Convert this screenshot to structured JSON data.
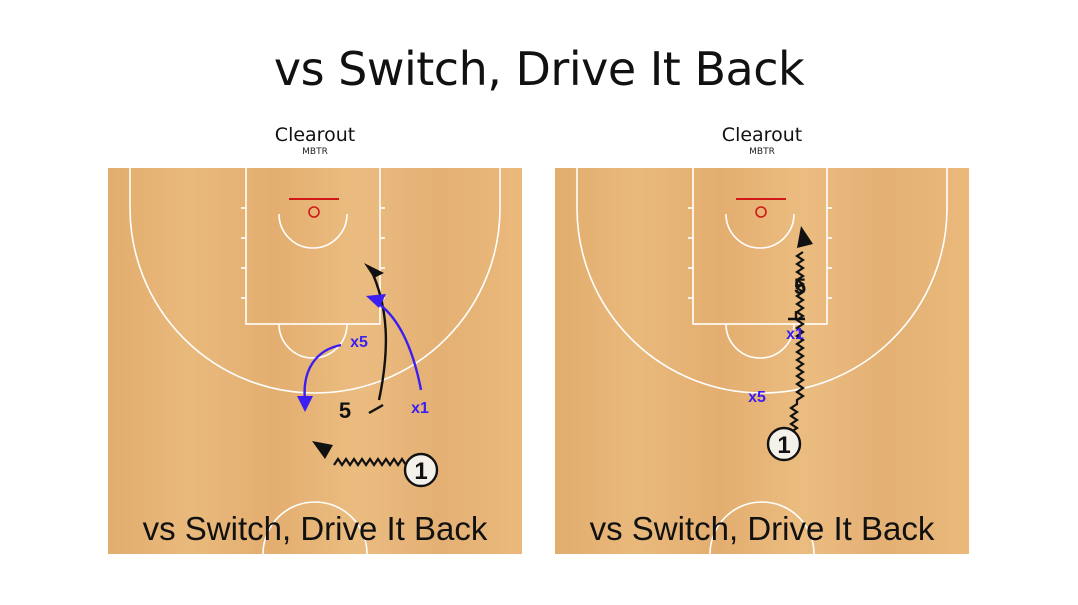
{
  "slide": {
    "title": "vs Switch, Drive It Back"
  },
  "panels": [
    {
      "title": "Clearout",
      "subtitle": "MBTR",
      "caption": "vs Switch, Drive It Back",
      "labels": {
        "player_1": "1",
        "player_5": "5",
        "defender_x5": "x5",
        "defender_x1": "x1"
      }
    },
    {
      "title": "Clearout",
      "subtitle": "MBTR",
      "caption": "vs Switch, Drive It Back",
      "labels": {
        "player_1": "1",
        "player_5": "5",
        "defender_x5": "x5",
        "defender_x1": "x1"
      }
    }
  ],
  "colors": {
    "offense": "#111111",
    "defense": "#3b1ff0",
    "rim": "#d01818",
    "lines": "#ffffff"
  }
}
